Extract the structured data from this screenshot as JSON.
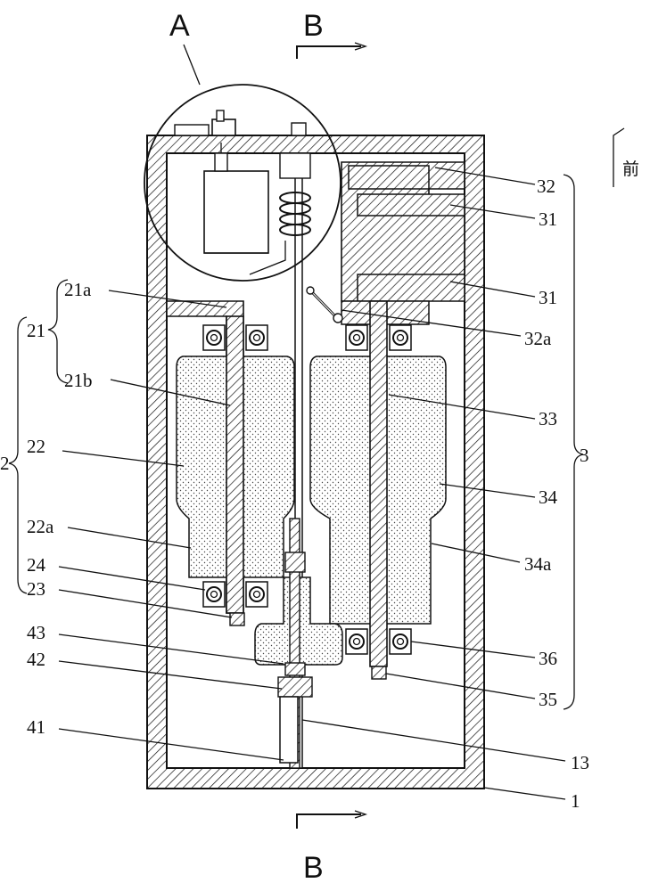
{
  "section_marks": {
    "a": "A",
    "b_top": "B",
    "b_bottom": "B"
  },
  "direction_label": "前",
  "callouts": {
    "l21a": "21a",
    "l21": "21",
    "l21b": "21b",
    "l2": "2",
    "l22": "22",
    "l22a": "22a",
    "l24": "24",
    "l23": "23",
    "l43": "43",
    "l42": "42",
    "l41": "41",
    "l32": "32",
    "l31a": "31",
    "l31b": "31",
    "l32a": "32a",
    "l33": "33",
    "l3": "3",
    "l34": "34",
    "l34a": "34a",
    "l36": "36",
    "l35": "35",
    "l13": "13",
    "l1": "1"
  },
  "colors": {
    "line": "#111111",
    "hatch": "#111111",
    "background": "#ffffff"
  }
}
